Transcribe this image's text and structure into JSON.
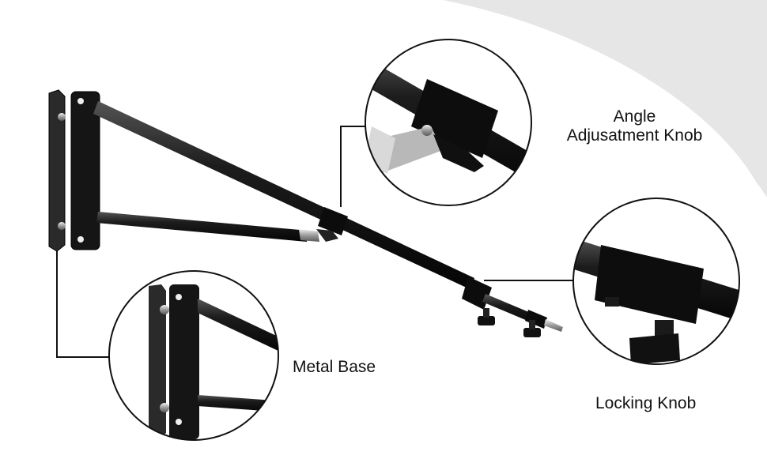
{
  "callouts": {
    "angle_knob": {
      "line1": "Angle",
      "line2": "Adjusatment Knob"
    },
    "metal_base": {
      "label": "Metal Base"
    },
    "locking_knob": {
      "label": "Locking Knob"
    }
  },
  "colors": {
    "background": "#e6e6e6",
    "swoosh": "#ffffff",
    "metal": "#1a1a1a",
    "leader_line": "#111111",
    "text": "#111111"
  }
}
